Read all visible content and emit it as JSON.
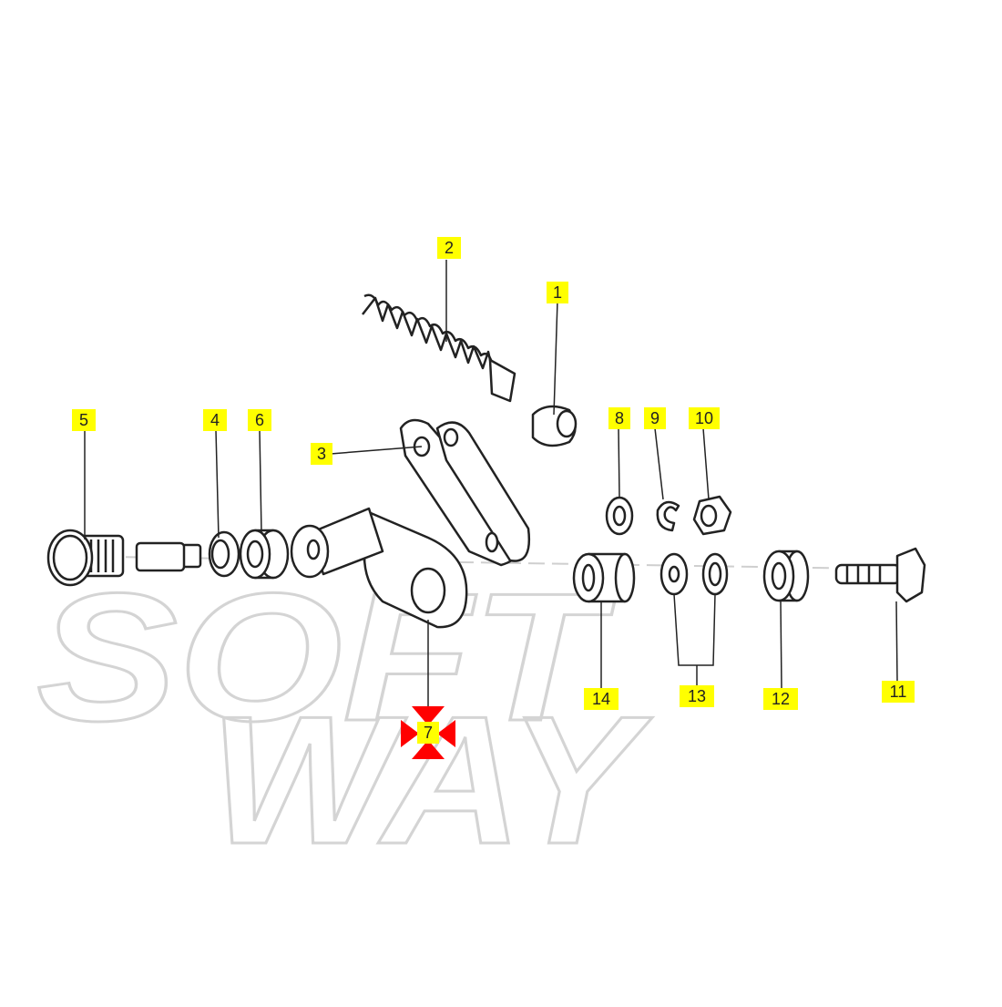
{
  "watermark": {
    "line1": "SOFT",
    "line2": "WAY"
  },
  "callouts": [
    {
      "id": "1",
      "text": "1",
      "part": "bushing-nut"
    },
    {
      "id": "2",
      "text": "2",
      "part": "spring-with-pin"
    },
    {
      "id": "3",
      "text": "3",
      "part": "upper-link-arm"
    },
    {
      "id": "4",
      "text": "4",
      "part": "washer"
    },
    {
      "id": "5",
      "text": "5",
      "part": "pivot-bolt"
    },
    {
      "id": "6",
      "text": "6",
      "part": "spacer-washer"
    },
    {
      "id": "7",
      "text": "7",
      "part": "lever-with-boss",
      "highlighted": true
    },
    {
      "id": "8",
      "text": "8",
      "part": "flat-washer"
    },
    {
      "id": "9",
      "text": "9",
      "part": "c-clip"
    },
    {
      "id": "10",
      "text": "10",
      "part": "nut"
    },
    {
      "id": "11",
      "text": "11",
      "part": "hex-bolt"
    },
    {
      "id": "12",
      "text": "12",
      "part": "thick-washer"
    },
    {
      "id": "13",
      "text": "13",
      "part": "small-washers"
    },
    {
      "id": "14",
      "text": "14",
      "part": "bushing-sleeve"
    }
  ],
  "colors": {
    "label_bg": "#ffff00",
    "marker": "#ff0000",
    "line": "#222222",
    "watermark": "#d4d4d4"
  }
}
